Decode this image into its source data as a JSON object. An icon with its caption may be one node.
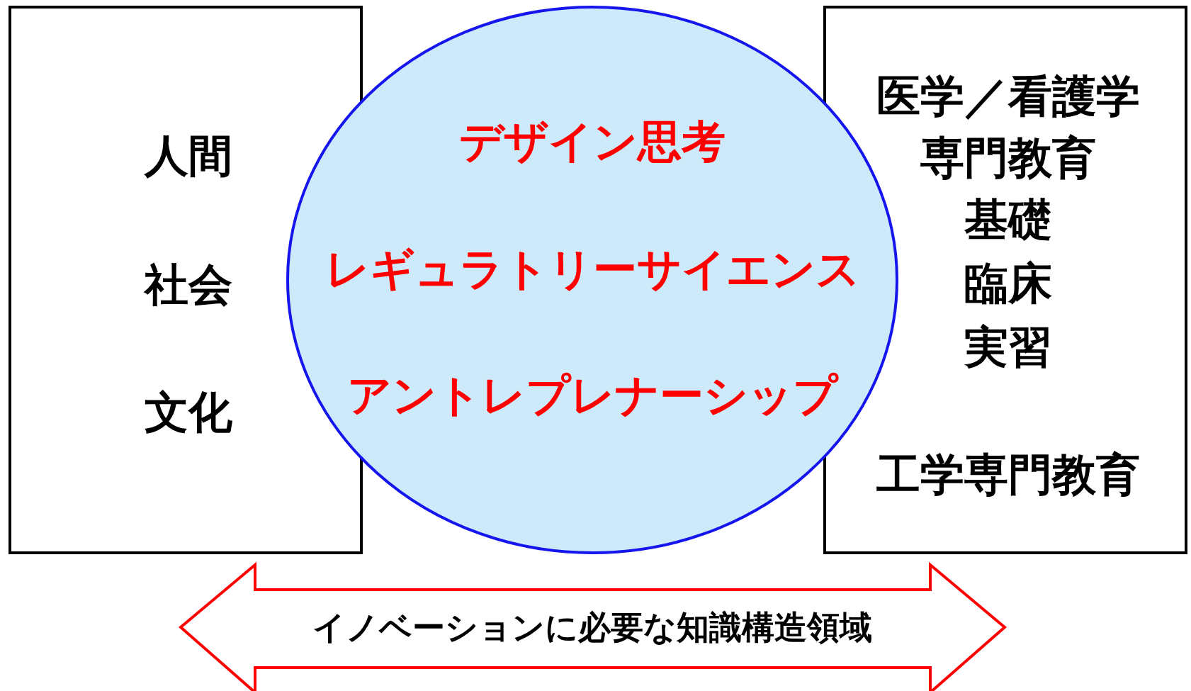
{
  "diagram": {
    "nodes": [
      {
        "text": [
          "人間",
          "社会",
          "文化"
        ]
      },
      {
        "text": [
          "デザイン思考",
          "レギュラトリーサイエンス",
          "アントレプレナーシップ"
        ]
      },
      {
        "text": [
          "医学／看護学専門教育",
          "基礎",
          "臨床",
          "実習",
          "工学専門教育"
        ]
      },
      {
        "text": [
          "イノベーションに必要な知識構造領域"
        ]
      }
    ]
  }
}
